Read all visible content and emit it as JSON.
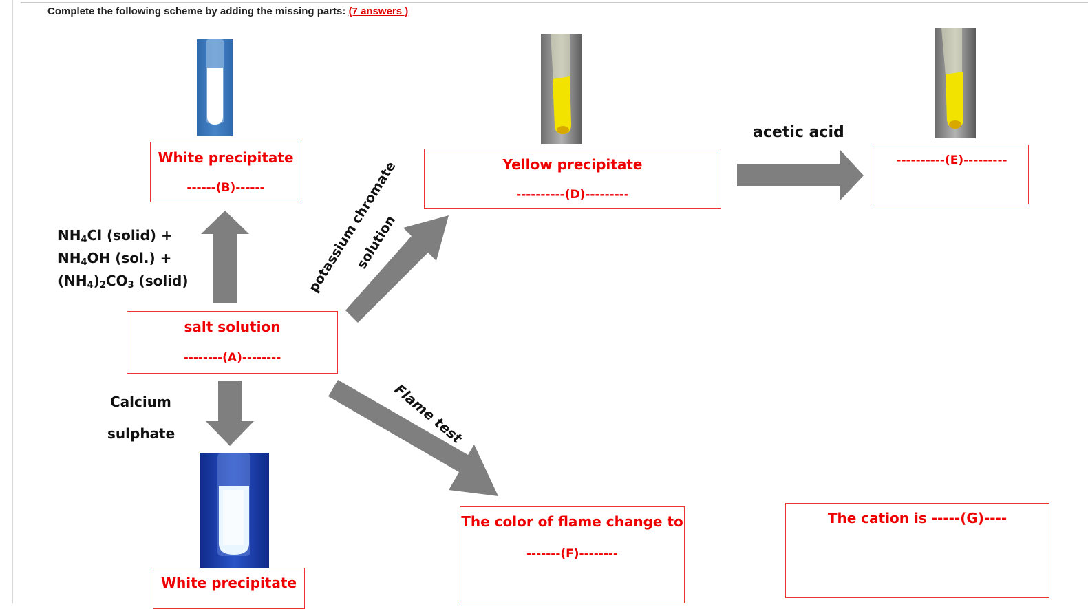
{
  "instruction": {
    "text": "Complete the following scheme by adding the missing parts:",
    "link": "(7 answers )"
  },
  "diagram": {
    "center_box": {
      "line1": "salt solution",
      "line2": "--------(A)--------"
    },
    "box_b": {
      "line1": "White precipitate",
      "line2": "------(B)------"
    },
    "box_d": {
      "line1": "Yellow  precipitate",
      "line2": "----------(D)---------"
    },
    "box_e": {
      "line1": "----------(E)---------"
    },
    "box_f": {
      "line1": "The color of flame change to",
      "line2": "-------(F)--------"
    },
    "box_g": {
      "line1": "The cation is -----(G)----"
    },
    "box_bottom": {
      "line1": "White precipitate"
    },
    "reagent_up": {
      "line1": {
        "a": "NH",
        "s1": "4",
        "b": "Cl (solid) +"
      },
      "line2": {
        "a": "NH",
        "s1": "4",
        "b": "OH (sol.) +"
      },
      "line3": {
        "a": "(NH",
        "s1": "4",
        "b": ")",
        "s2": "2",
        "c": "CO",
        "s3": "3",
        "d": " (solid)"
      }
    },
    "reagent_down": {
      "line1": "Calcium",
      "line2": "sulphate"
    },
    "reagent_diag_up": {
      "line1": "potassium chromate",
      "line2": "solution"
    },
    "reagent_diag_down": "Flame test",
    "reagent_right": "acetic acid"
  },
  "colors": {
    "answer_text": "#ee0000",
    "box_border": "#ee3333",
    "arrow": "#7f7f7f",
    "white_tube_bg": "#2e6db5",
    "yellow_tube_fill": "#f0e000"
  },
  "icons": [
    "test-tube-white-icon",
    "test-tube-yellow-icon",
    "test-tube-white-blue-bg-icon"
  ]
}
